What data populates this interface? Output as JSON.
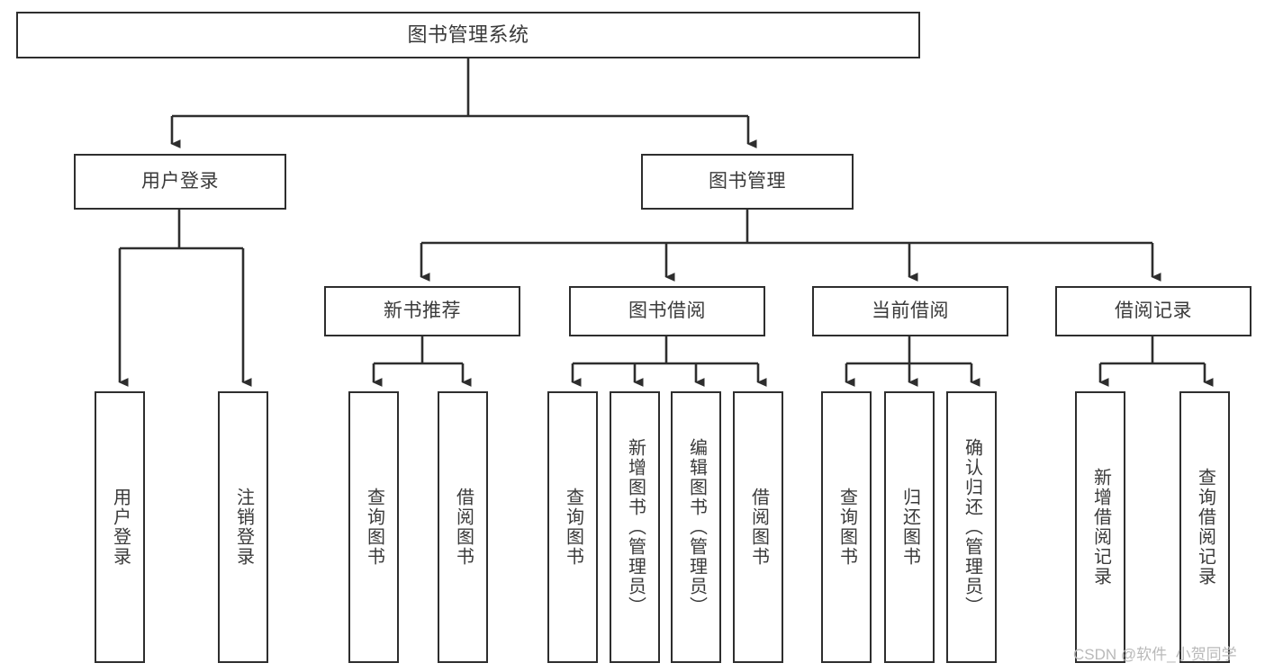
{
  "diagram": {
    "type": "tree-hierarchy",
    "title": "图书管理系统",
    "watermark": "CSDN @软件_小贺同学",
    "colors": {
      "border": "#2e2e2e",
      "text": "#3a3a3a",
      "background": "#ffffff",
      "connector": "#2e2e2e",
      "watermark": "#b9b9b9"
    },
    "levels": {
      "root": {
        "label": "图书管理系统"
      },
      "modules": [
        {
          "label": "用户登录"
        },
        {
          "label": "图书管理"
        }
      ],
      "submodules": [
        {
          "label": "新书推荐"
        },
        {
          "label": "图书借阅"
        },
        {
          "label": "当前借阅"
        },
        {
          "label": "借阅记录"
        }
      ],
      "leaves": {
        "user_login": [
          {
            "label": "用户登录"
          },
          {
            "label": "注销登录"
          }
        ],
        "new_book_recommend": [
          {
            "label": "查询图书"
          },
          {
            "label": "借阅图书"
          }
        ],
        "book_borrow": [
          {
            "label": "查询图书"
          },
          {
            "label": "新增图书（管理员）"
          },
          {
            "label": "编辑图书（管理员）"
          },
          {
            "label": "借阅图书"
          }
        ],
        "current_borrow": [
          {
            "label": "查询图书"
          },
          {
            "label": "归还图书"
          },
          {
            "label": "确认归还（管理员）"
          }
        ],
        "borrow_records": [
          {
            "label": "新增借阅记录"
          },
          {
            "label": "查询借阅记录"
          }
        ]
      }
    }
  }
}
